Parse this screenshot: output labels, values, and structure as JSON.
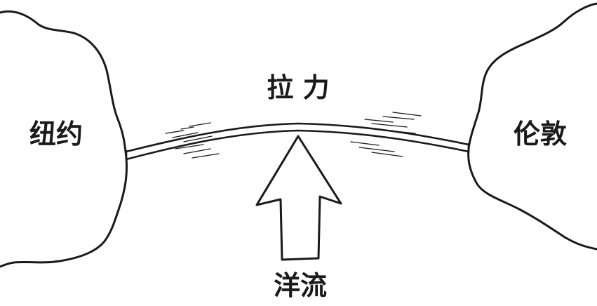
{
  "labels": {
    "left_land": "纽约",
    "right_land": "伦敦",
    "tension": "拉 力",
    "current": "洋流"
  },
  "colors": {
    "ink": "#1a1a1a",
    "background": "#ffffff"
  }
}
